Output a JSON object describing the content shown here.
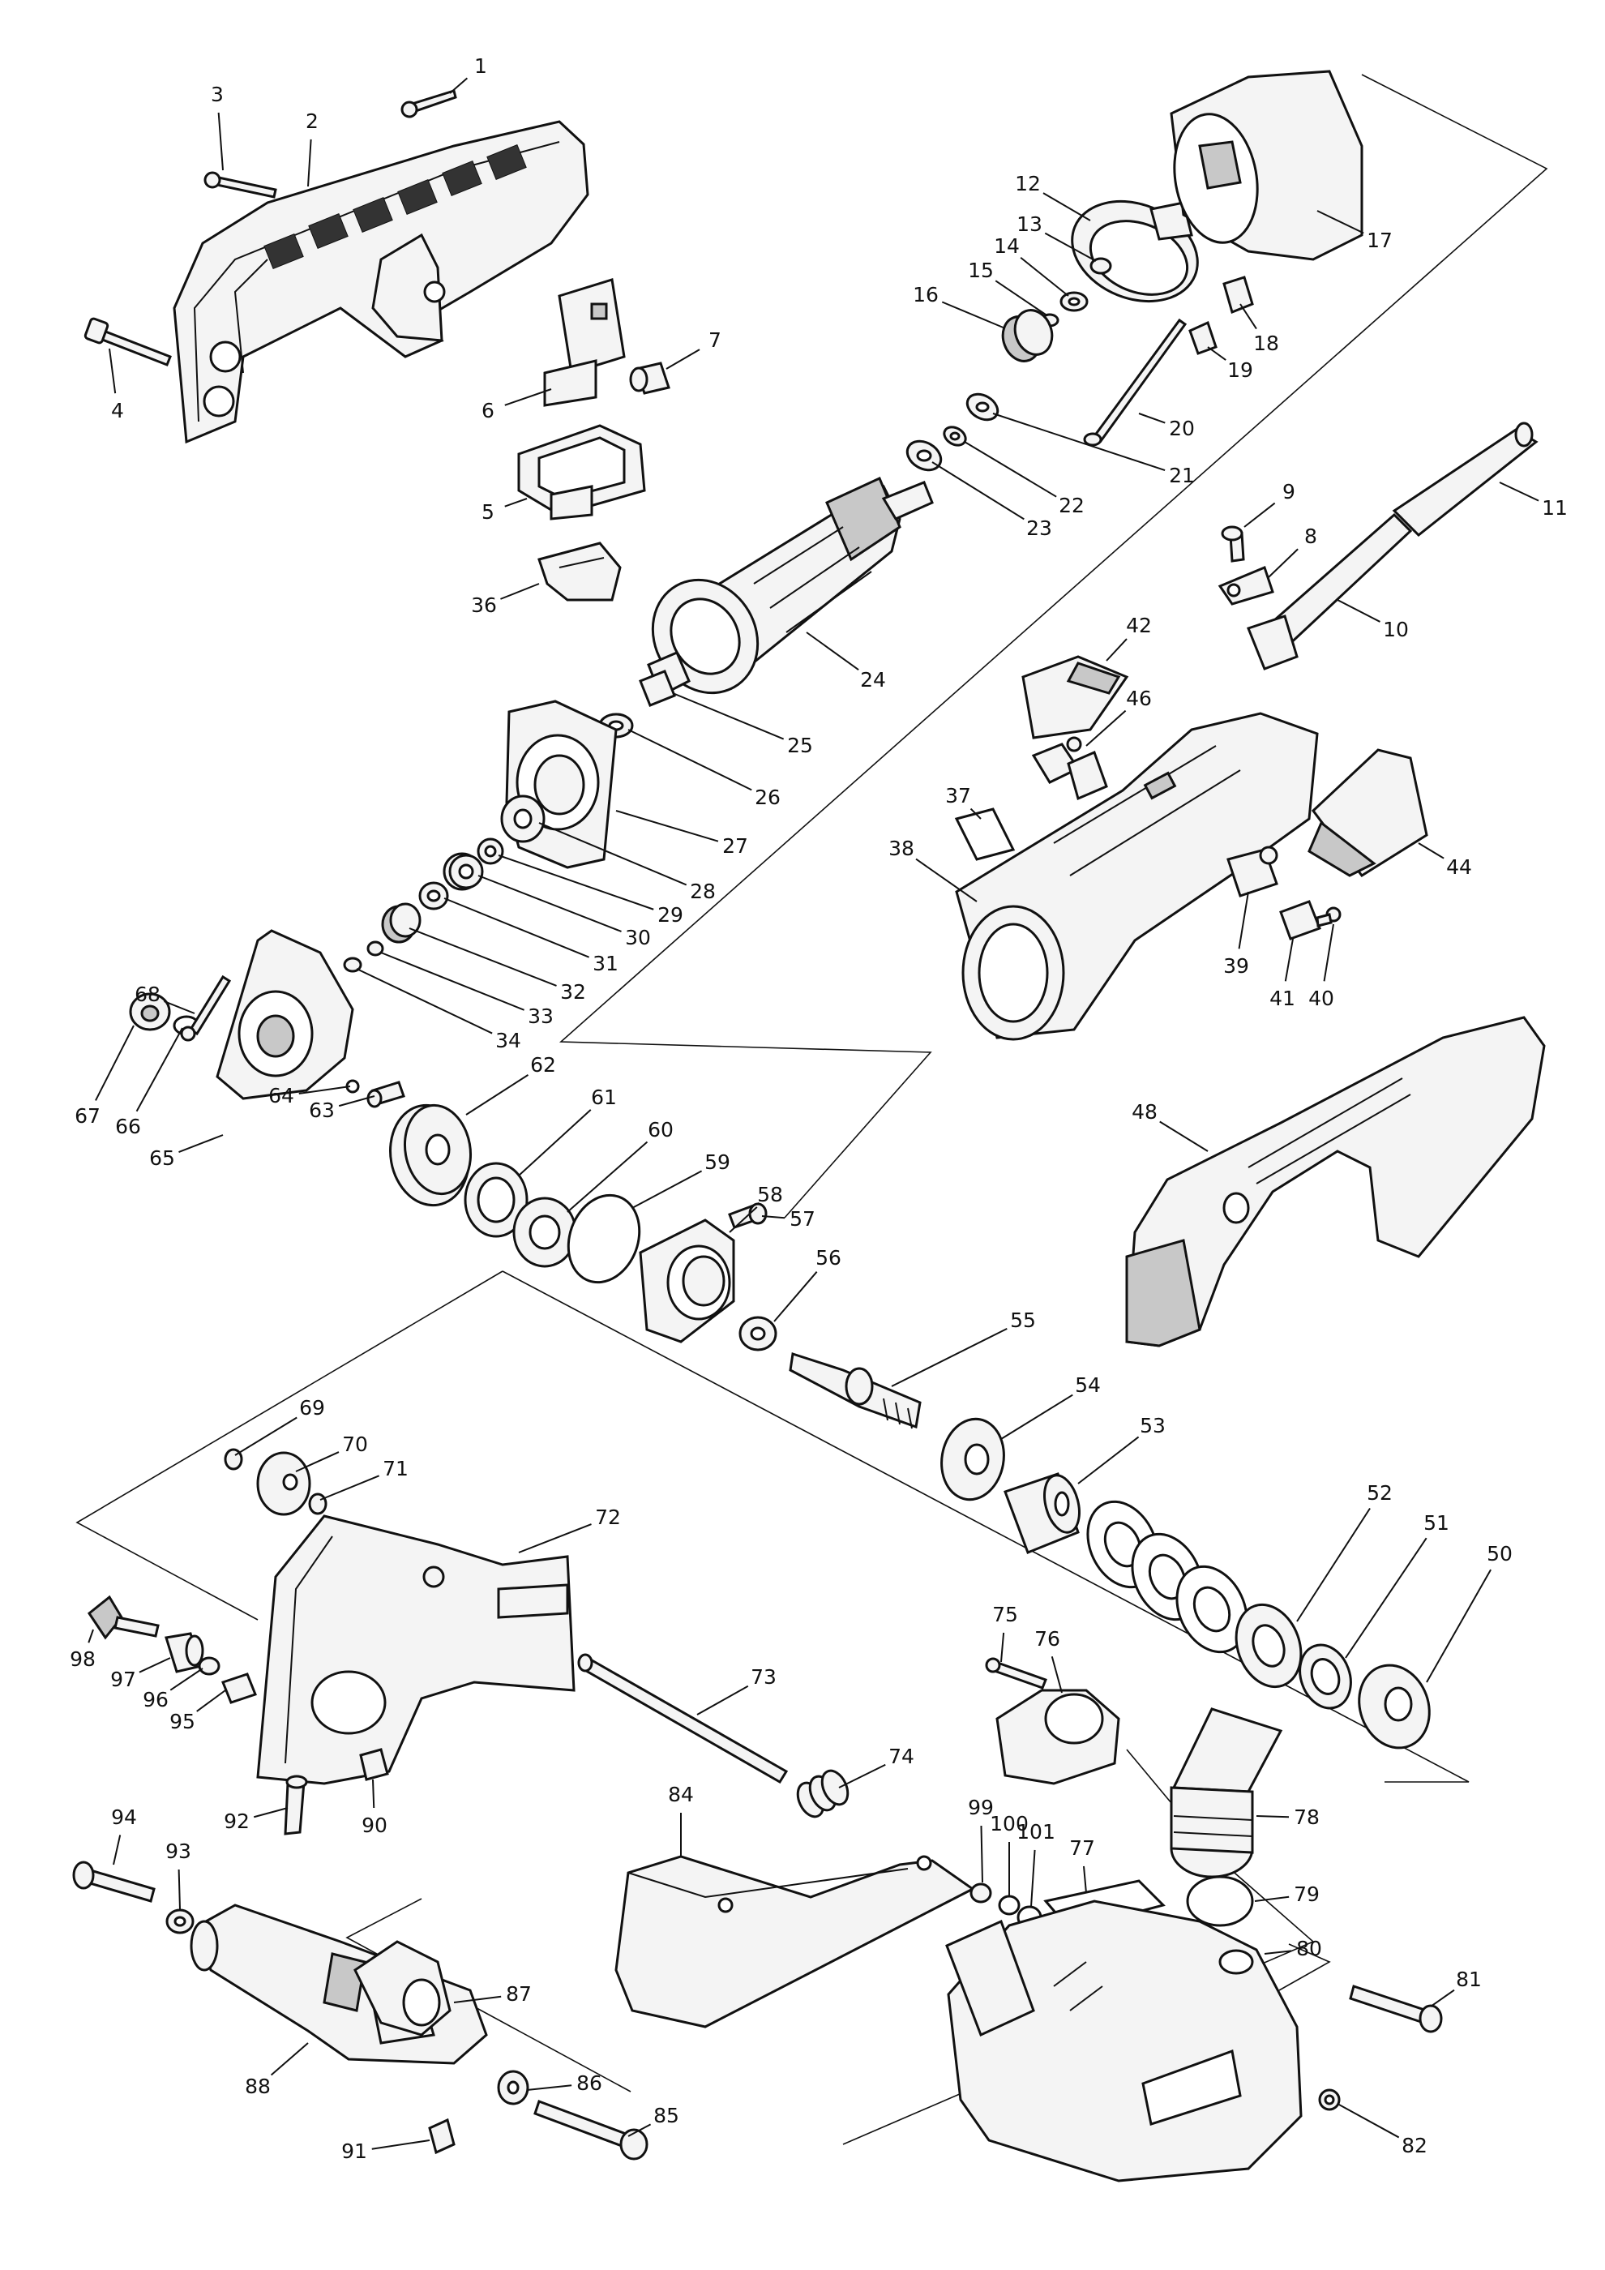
{
  "diagram": {
    "part_numbers": [
      "1",
      "2",
      "3",
      "4",
      "5",
      "6",
      "7",
      "8",
      "9",
      "10",
      "11",
      "12",
      "13",
      "14",
      "15",
      "16",
      "17",
      "18",
      "19",
      "20",
      "21",
      "22",
      "23",
      "24",
      "25",
      "26",
      "27",
      "28",
      "29",
      "30",
      "31",
      "32",
      "33",
      "34",
      "36",
      "37",
      "38",
      "39",
      "40",
      "41",
      "42",
      "44",
      "46",
      "48",
      "50",
      "51",
      "52",
      "53",
      "54",
      "55",
      "56",
      "57",
      "58",
      "59",
      "60",
      "61",
      "62",
      "63",
      "64",
      "65",
      "66",
      "67",
      "68",
      "69",
      "70",
      "71",
      "72",
      "73",
      "74",
      "75",
      "76",
      "77",
      "78",
      "79",
      "80",
      "81",
      "82",
      "84",
      "85",
      "86",
      "87",
      "88",
      "90",
      "91",
      "92",
      "93",
      "94",
      "95",
      "96",
      "97",
      "98",
      "99",
      "100",
      "101"
    ]
  }
}
